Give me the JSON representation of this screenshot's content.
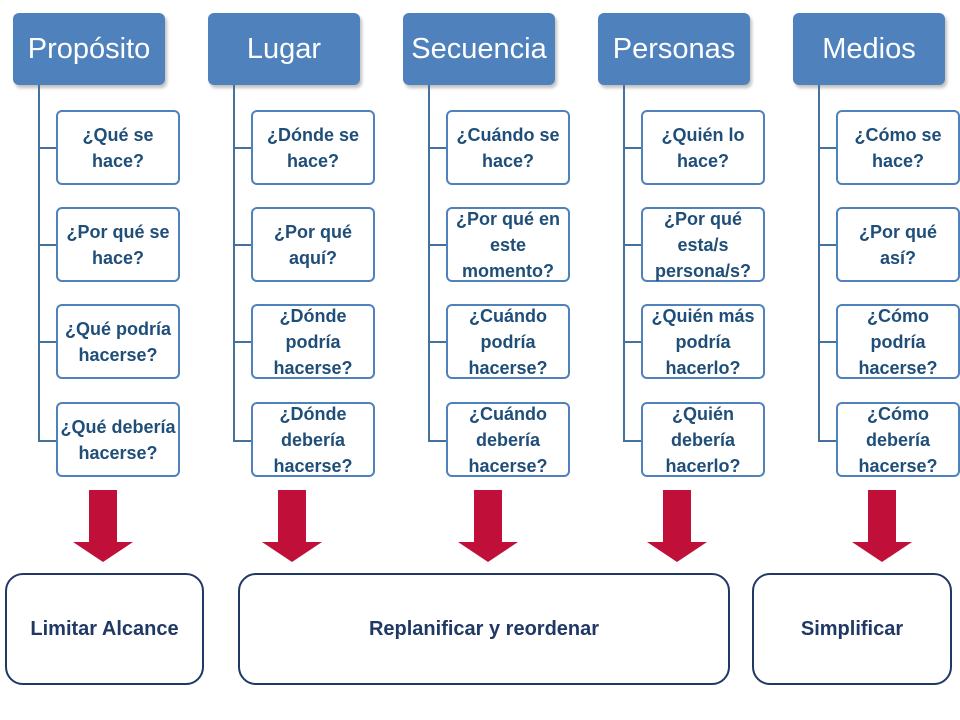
{
  "columns": [
    {
      "title": "Propósito",
      "questions": [
        "¿Qué se hace?",
        "¿Por qué se hace?",
        "¿Qué podría hacerse?",
        "¿Qué debería hacerse?"
      ]
    },
    {
      "title": "Lugar",
      "questions": [
        "¿Dónde se hace?",
        "¿Por qué aquí?",
        "¿Dónde podría hacerse?",
        "¿Dónde debería hacerse?"
      ]
    },
    {
      "title": "Secuencia",
      "questions": [
        "¿Cuándo se hace?",
        "¿Por qué en este momento?",
        "¿Cuándo podría hacerse?",
        "¿Cuándo debería hacerse?"
      ]
    },
    {
      "title": "Personas",
      "questions": [
        "¿Quién lo hace?",
        "¿Por qué esta/s persona/s?",
        "¿Quién más podría hacerlo?",
        "¿Quién debería hacerlo?"
      ]
    },
    {
      "title": "Medios",
      "questions": [
        "¿Cómo se hace?",
        "¿Por qué así?",
        "¿Cómo podría hacerse?",
        "¿Cómo debería hacerse?"
      ]
    }
  ],
  "outcomes": {
    "limitar": "Limitar Alcance",
    "replanificar": "Replanificar y reordenar",
    "simplificar": "Simplificar"
  },
  "colors": {
    "header_fill": "#4f81bd",
    "question_text": "#1f4e79",
    "arrow": "#c0103a",
    "outcome_border": "#1f3864"
  }
}
